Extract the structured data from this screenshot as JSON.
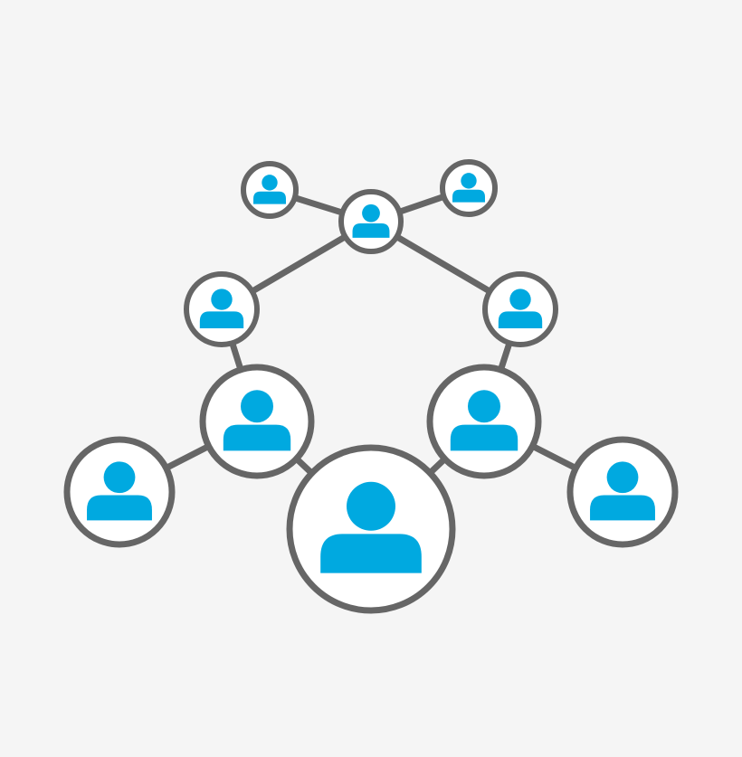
{
  "colors": {
    "background": "#f5f5f5",
    "line": "#666666",
    "node_fill": "#ffffff",
    "person": "#00a9e0"
  },
  "icons": {
    "node": "user-icon"
  },
  "nodes": [
    {
      "id": "top-left"
    },
    {
      "id": "top-center"
    },
    {
      "id": "top-right"
    },
    {
      "id": "mid-left"
    },
    {
      "id": "mid-right"
    },
    {
      "id": "inner-left"
    },
    {
      "id": "inner-right"
    },
    {
      "id": "outer-left"
    },
    {
      "id": "outer-right"
    },
    {
      "id": "bottom-center"
    }
  ],
  "edges": [
    [
      "top-left",
      "top-center"
    ],
    [
      "top-center",
      "top-right"
    ],
    [
      "top-center",
      "mid-left"
    ],
    [
      "top-center",
      "mid-right"
    ],
    [
      "mid-left",
      "inner-left"
    ],
    [
      "mid-right",
      "inner-right"
    ],
    [
      "inner-left",
      "outer-left"
    ],
    [
      "inner-right",
      "outer-right"
    ],
    [
      "inner-left",
      "bottom-center"
    ],
    [
      "inner-right",
      "bottom-center"
    ]
  ]
}
